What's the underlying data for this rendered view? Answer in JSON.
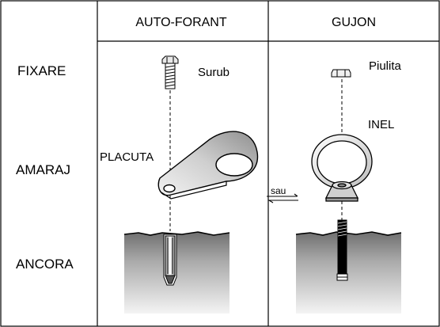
{
  "columns": {
    "auto_forant": "AUTO-FORANT",
    "gujon": "GUJON"
  },
  "rows": {
    "fixare": "FIXARE",
    "amaraj": "AMARAJ",
    "ancora": "ANCORA"
  },
  "labels": {
    "surub": "Surub",
    "piulita": "Piulita",
    "inel": "INEL",
    "placuta": "PLACUTA",
    "sau": "sau"
  },
  "colors": {
    "line": "#000000",
    "background": "#ffffff",
    "ground_top": "#7a7a7a",
    "ground_bottom": "#f2f2f2",
    "plate": "#d8d8d8"
  }
}
